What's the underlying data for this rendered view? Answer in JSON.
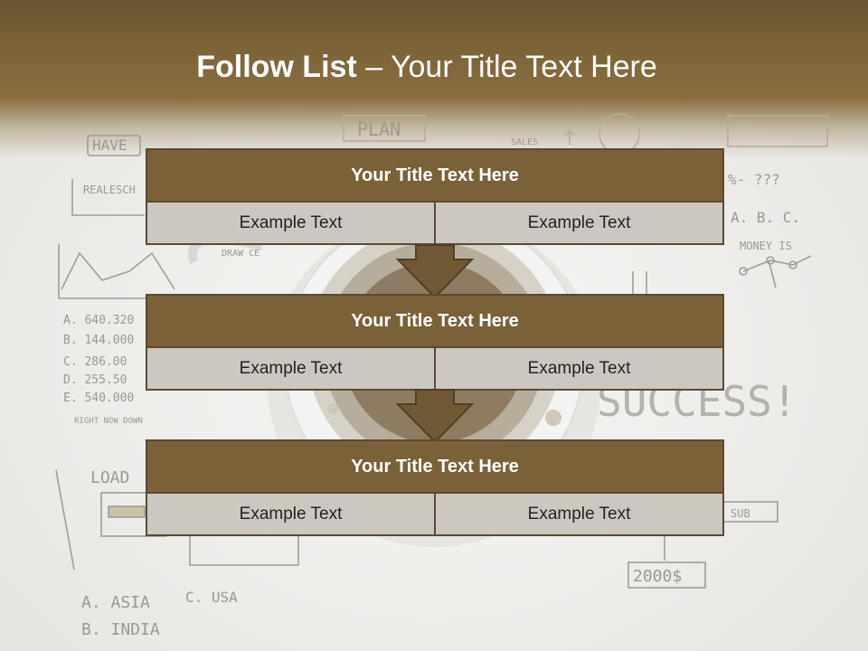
{
  "slide": {
    "title_bold": "Follow List",
    "title_rest": " – Your Title Text Here"
  },
  "blocks": [
    {
      "title": "Your Title Text Here",
      "cells": [
        "Example Text",
        "Example Text"
      ]
    },
    {
      "title": "Your Title Text Here",
      "cells": [
        "Example Text",
        "Example Text"
      ]
    },
    {
      "title": "Your Title Text Here",
      "cells": [
        "Example Text",
        "Example Text"
      ]
    }
  ],
  "background_sketch_text": [
    "HAVE",
    "PLAN",
    "REALESCH",
    "A. 640.320",
    "B. 144.000",
    "C. 286.00",
    "D. 255.50",
    "E. 540.000",
    "RIGHT NOW DOWN",
    "LOAD",
    "A. ASIA",
    "C. USA",
    "B. INDIA",
    "%- ???",
    "A. B. C.",
    "MONEY IS",
    "SUCCESS!",
    "2000$",
    "SUB",
    "SALES",
    "DRAW CE"
  ],
  "colors": {
    "header_band": "#7e6539",
    "block_header": "#7b6138",
    "block_cell": "#cdc7c1",
    "border": "#5b4a30",
    "arrow": "#6f5833"
  }
}
